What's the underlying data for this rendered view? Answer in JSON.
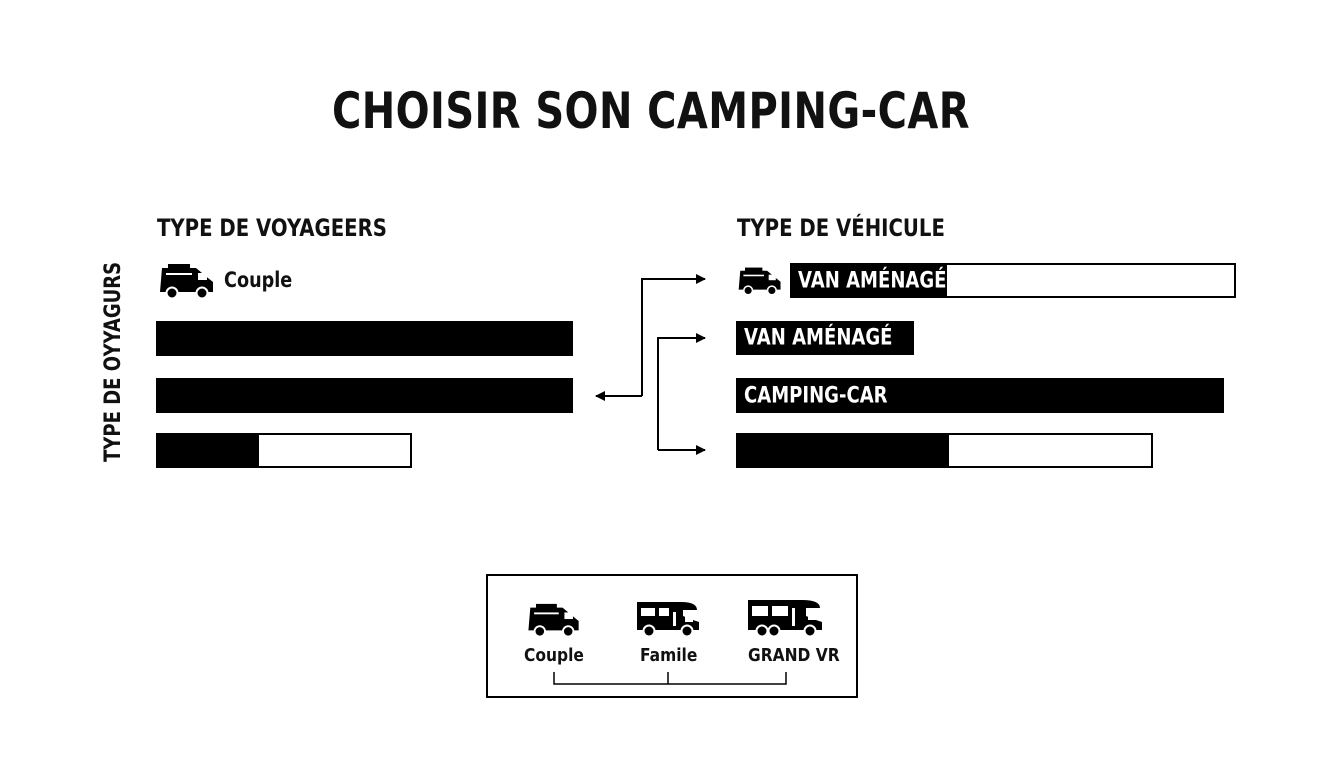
{
  "title": "CHOISIR SON CAMPING-CAR",
  "axis_label": "TYPE DE OYYAGURS",
  "left_panel": {
    "heading": "TYPE DE VOYAGEERS",
    "top_item": {
      "label": "Couple",
      "icon": "van-icon"
    },
    "bars": [
      {
        "fill": 1.0
      },
      {
        "fill": 1.0
      },
      {
        "fill": 0.4
      }
    ]
  },
  "right_panel": {
    "heading": "TYPE DE VÉHICULE",
    "bars": [
      {
        "label": "VAN AMÉNAGÉ",
        "fill": 0.35,
        "icon": "van-icon"
      },
      {
        "label": "VAN AMÉNAGÉ",
        "fill": 1.0
      },
      {
        "label": "CAMPING-CAR",
        "fill": 1.0
      },
      {
        "label": "",
        "fill": 0.51
      }
    ]
  },
  "legend": {
    "items": [
      {
        "label": "Couple",
        "icon": "van-icon"
      },
      {
        "label": "Famile",
        "icon": "motorhome-icon"
      },
      {
        "label": "GRAND VR",
        "icon": "large-rv-icon"
      }
    ]
  },
  "colors": {
    "ink": "#000000",
    "background": "#ffffff"
  }
}
